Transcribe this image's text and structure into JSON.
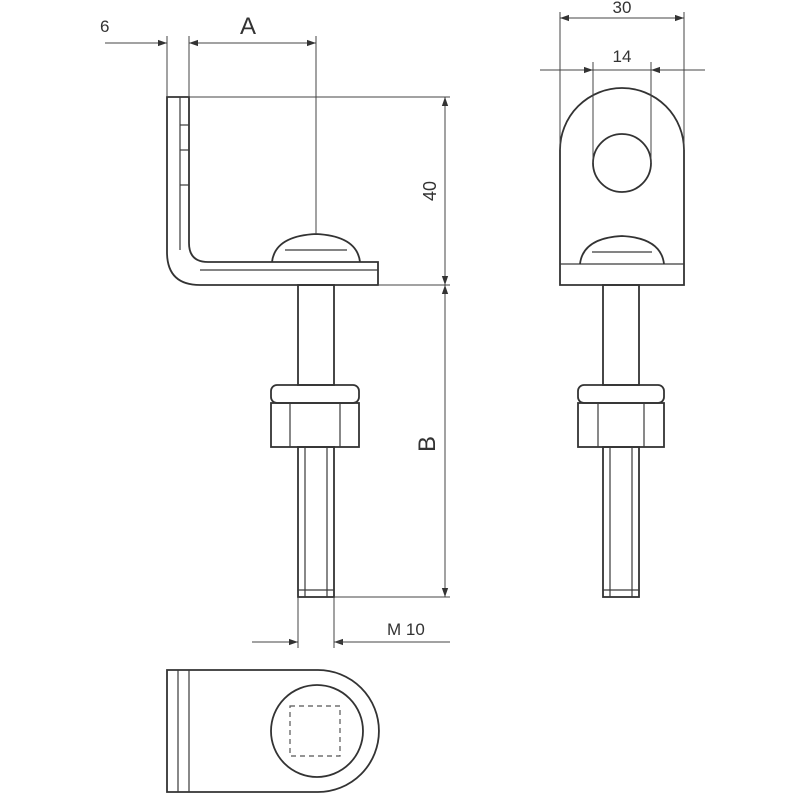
{
  "dimensions": {
    "flange_thickness": "6",
    "offset_a": "A",
    "height": "40",
    "bolt_length": "B",
    "thread": "M 10",
    "width": "30",
    "hole": "14"
  },
  "colors": {
    "line": "#333333",
    "background": "#ffffff"
  }
}
